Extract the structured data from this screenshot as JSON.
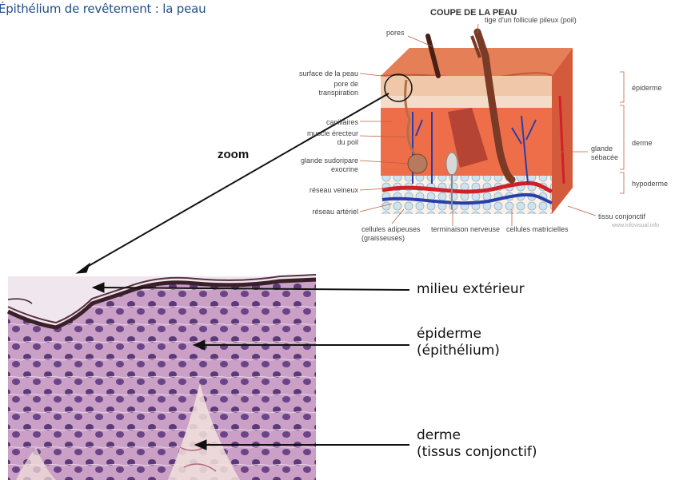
{
  "page_title": "Épithélium de revêtement : la peau",
  "diagram": {
    "title": "COUPE DE LA PEAU",
    "labels": {
      "pores": "pores",
      "hair_shaft": "tige d'un follicule pileux (poil)",
      "skin_surface": "surface de la peau",
      "sweat_pore": "pore de\ntranspiration",
      "capillaries": "capillaires",
      "arrector": "muscle érecteur\ndu poil",
      "sweat_gland": "glande sudoripare\nexocrine",
      "venous": "réseau veineux",
      "arterial": "réseau artériel",
      "fat_cells": "cellules adipeuses\n(graisseuses)",
      "nerve_endings": "terminaison nerveuse",
      "matrix_cells": "cellules matricielles",
      "sebaceous": "glande\nsébacée",
      "connective": "tissu conjonctif",
      "epidermis": "épiderme",
      "dermis": "derme",
      "hypodermis": "hypoderme"
    },
    "credit": "www.infovisual.info"
  },
  "zoom_label": "zoom",
  "micro_labels": {
    "exterior": "milieu extérieur",
    "epidermis": "épiderme\n(épithélium)",
    "dermis": "derme\n(tissus conjonctif)"
  },
  "colors": {
    "title": "#1f4e8c",
    "skin": "#e8704a",
    "epidermis_layer": "#f2d6c0",
    "histology_pink": "#c98bb8",
    "histology_purple": "#6a3d7c"
  }
}
